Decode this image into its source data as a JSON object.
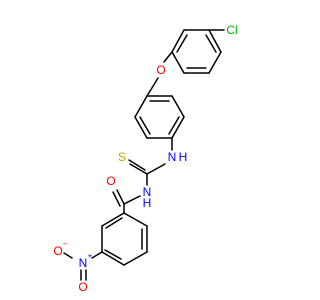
{
  "molecule": {
    "atoms": [
      {
        "name": "chlorine-atom",
        "label": "Cl",
        "color": "#00b400"
      },
      {
        "name": "ether-oxygen-atom",
        "label": "O",
        "color": "#ff0000"
      },
      {
        "name": "amine-nh-upper-atom",
        "label": "N",
        "color": "#0000ff",
        "hlabel": "H"
      },
      {
        "name": "thione-sulfur-atom",
        "label": "S",
        "color": "#c8a000"
      },
      {
        "name": "amine-nh-lower-atom",
        "label": "N",
        "color": "#0000ff",
        "hlabel": "H"
      },
      {
        "name": "carbonyl-oxygen-atom",
        "label": "O",
        "color": "#ff0000"
      },
      {
        "name": "nitro-nitrogen-atom",
        "label": "N",
        "color": "#0000ff",
        "charge": "+"
      },
      {
        "name": "nitro-oxygen-left-atom",
        "label": "O",
        "color": "#ff0000",
        "charge": "−"
      },
      {
        "name": "nitro-oxygen-lower-atom",
        "label": "O",
        "color": "#ff0000"
      }
    ],
    "bond_color": "#000000"
  }
}
